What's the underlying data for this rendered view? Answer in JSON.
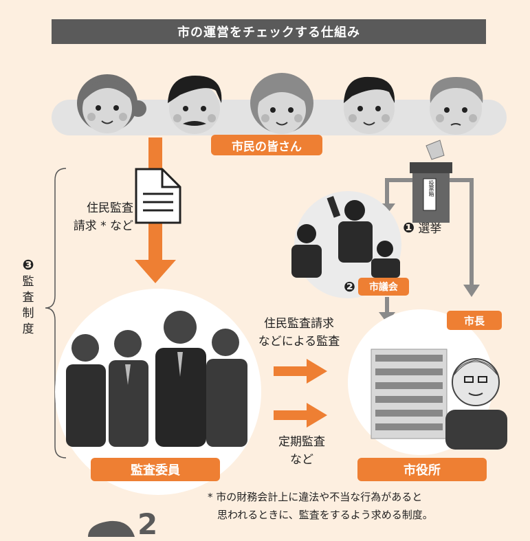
{
  "title": "市の運営をチェックする仕組み",
  "citizens_label": "市民の皆さん",
  "left_flow_label": [
    "住民監査",
    "請求 * など"
  ],
  "audit_system": {
    "number": "❸",
    "chars": [
      "監",
      "査",
      "制",
      "度"
    ]
  },
  "election": {
    "number": "❶",
    "label": "選挙"
  },
  "assembly": {
    "number": "❷",
    "label": "市議会"
  },
  "ballot_box_text": "投票箱",
  "mayor_label": "市長",
  "audit_by_request": [
    "住民監査請求",
    "などによる監査"
  ],
  "regular_audit": [
    "定期監査",
    "など"
  ],
  "auditors_label": "監査委員",
  "city_hall_label": "市役所",
  "footnote": [
    "* 市の財務会計上に違法や不当な行為があると",
    "思われるときに、監査をするよう求める制度。"
  ],
  "partial_glyph": "2",
  "colors": {
    "accent": "#ee7f33",
    "gray_arrow": "#8a8a8a",
    "background": "#fdefe0"
  }
}
